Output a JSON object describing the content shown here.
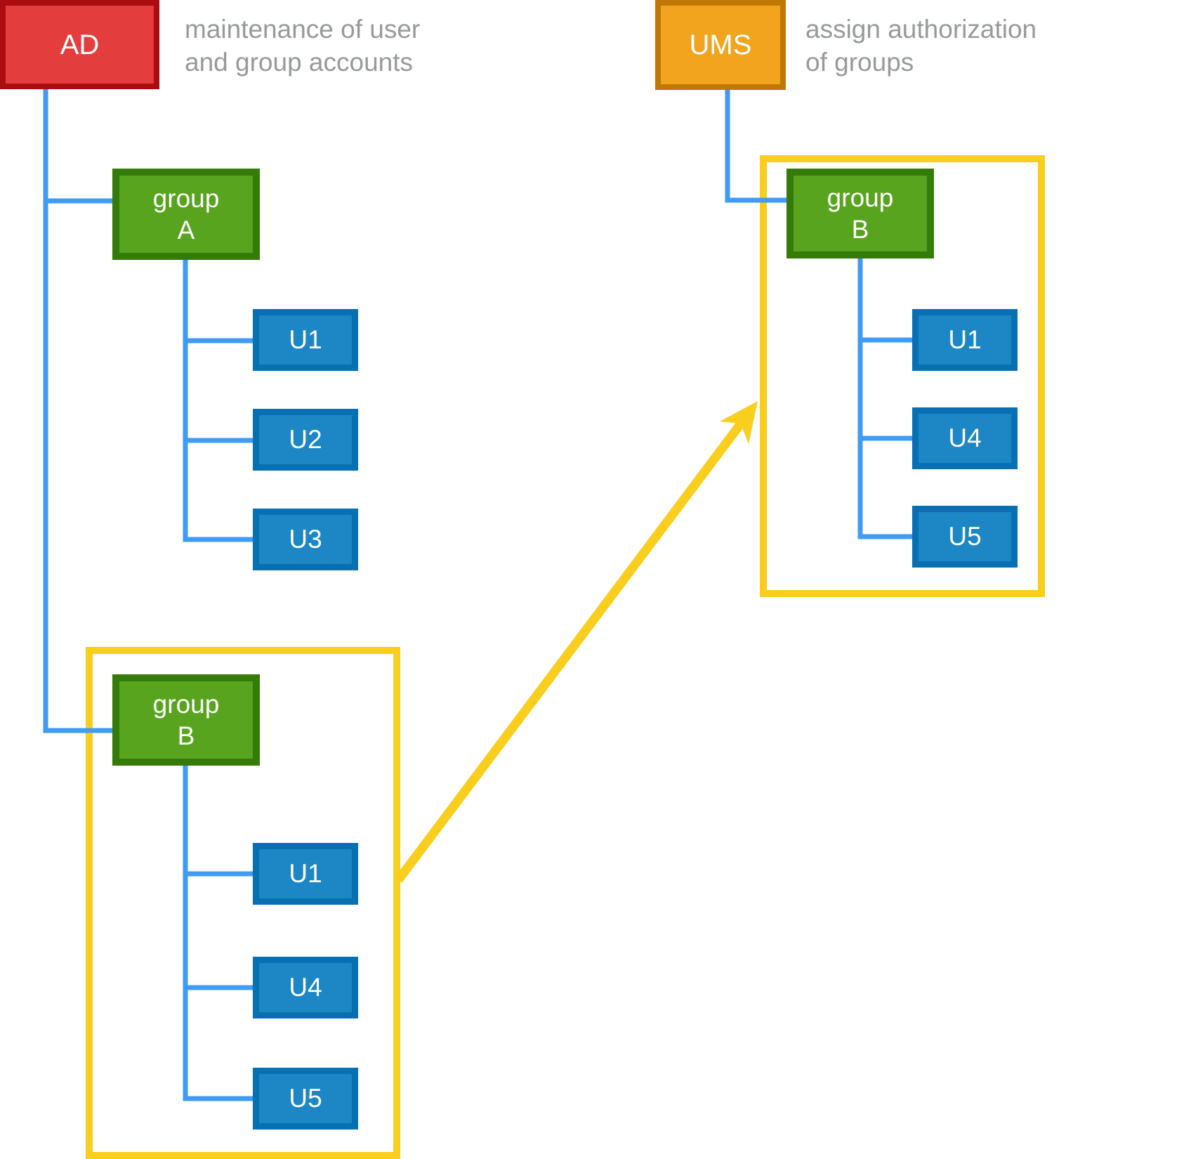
{
  "colors": {
    "red_fill": "#E33D3D",
    "red_border": "#AB0C10",
    "orange_fill": "#F2A41E",
    "orange_border": "#BF7803",
    "green_fill": "#58A41F",
    "green_border": "#357B09",
    "blue_fill": "#1C87C4",
    "blue_border": "#0670B3",
    "connector_blue": "#3F9BF5",
    "yellow": "#F9CE1D",
    "note_gray": "#97999B"
  },
  "ad_system": {
    "label": "AD",
    "note_line1": "maintenance of user",
    "note_line2": "and group accounts",
    "group_a": {
      "label_line1": "group",
      "label_line2": "A",
      "users": [
        "U1",
        "U2",
        "U3"
      ]
    },
    "group_b": {
      "label_line1": "group",
      "label_line2": "B",
      "users": [
        "U1",
        "U4",
        "U5"
      ]
    }
  },
  "ums_system": {
    "label": "UMS",
    "note_line1": "assign authorization",
    "note_line2": "of groups",
    "group_b": {
      "label_line1": "group",
      "label_line2": "B",
      "users": [
        "U1",
        "U4",
        "U5"
      ]
    }
  }
}
